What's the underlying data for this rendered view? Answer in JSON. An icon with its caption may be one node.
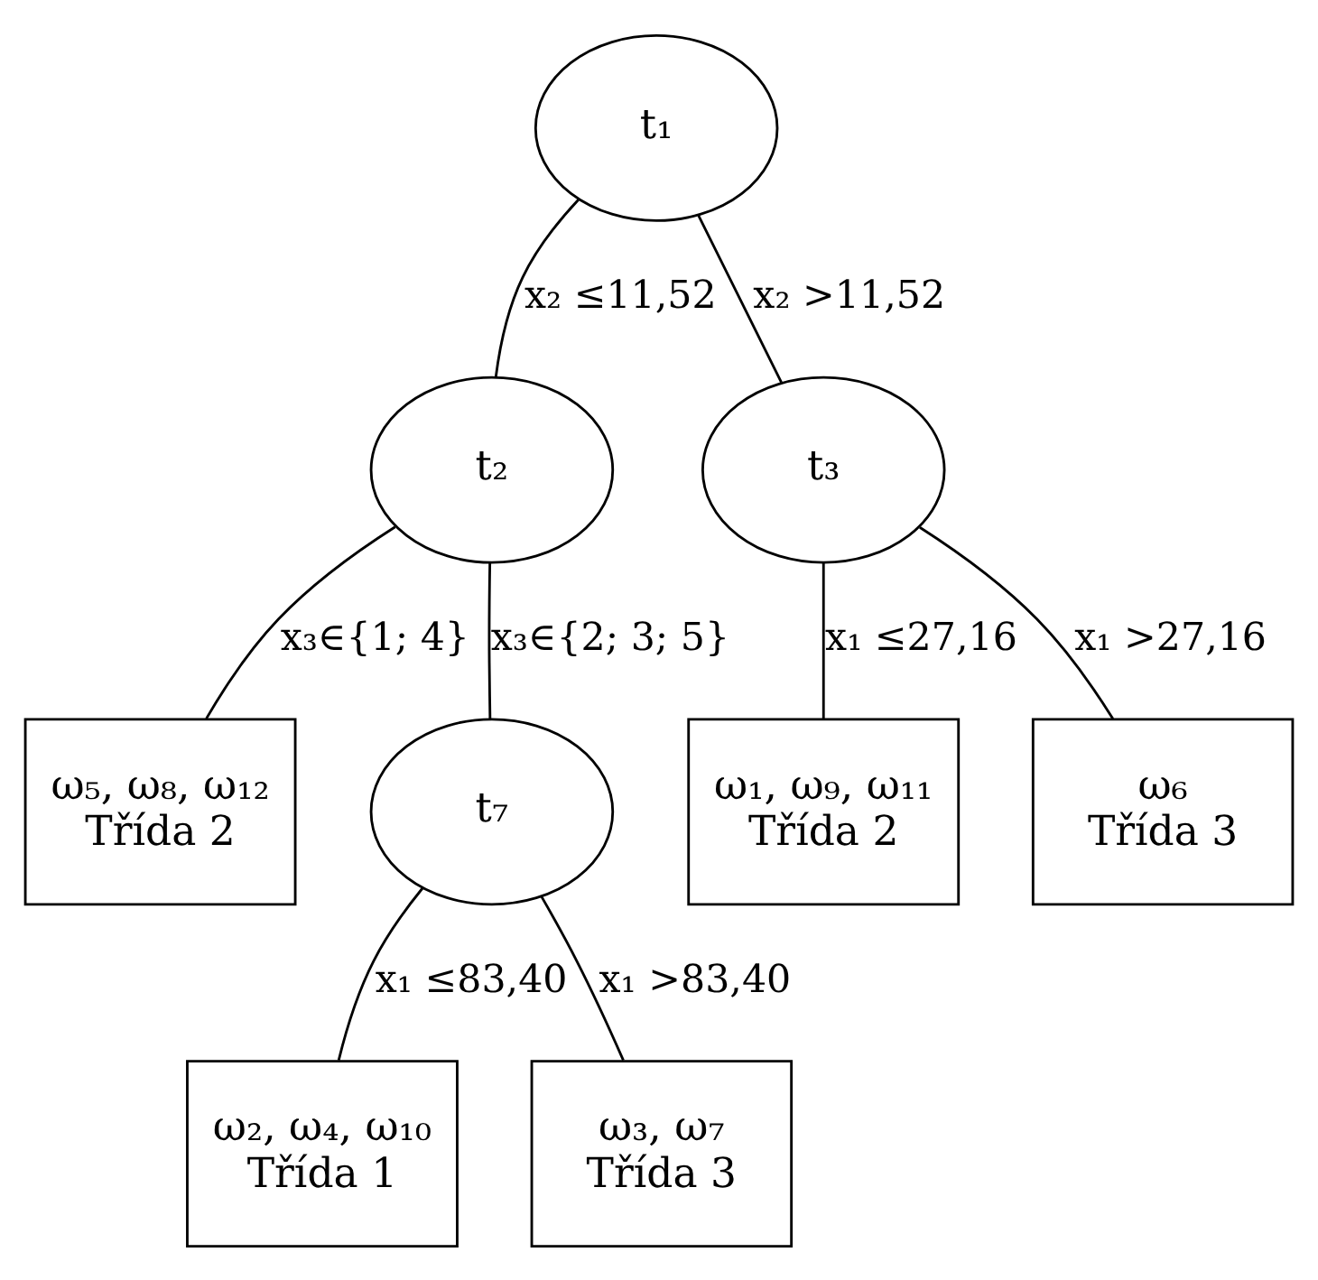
{
  "diagram": {
    "nodes": [
      {
        "text": [
          "t₁"
        ]
      },
      {
        "text": [
          "t₂"
        ]
      },
      {
        "text": [
          "t₃"
        ]
      },
      {
        "text": [
          "ω₅, ω₈, ω₁₂",
          "Třída 2"
        ]
      },
      {
        "text": [
          "t₇"
        ]
      },
      {
        "text": [
          "ω₁, ω₉, ω₁₁",
          "Třída 2"
        ]
      },
      {
        "text": [
          "ω₆",
          "Třída 3"
        ]
      },
      {
        "text": [
          "ω₂, ω₄, ω₁₀",
          "Třída 1"
        ]
      },
      {
        "text": [
          "ω₃, ω₇",
          "Třída 3"
        ]
      }
    ],
    "edges": [
      {
        "from": 0,
        "to": 1,
        "arrow": "none",
        "label": "x₂ ≤11,52"
      },
      {
        "from": 0,
        "to": 2,
        "arrow": "none",
        "label": "x₂ >11,52"
      },
      {
        "from": 1,
        "to": 3,
        "arrow": "none",
        "label": "x₃∈{1; 4}"
      },
      {
        "from": 1,
        "to": 4,
        "arrow": "none",
        "label": "x₃∈{2; 3; 5}"
      },
      {
        "from": 2,
        "to": 5,
        "arrow": "none",
        "label": "x₁ ≤27,16"
      },
      {
        "from": 2,
        "to": 6,
        "arrow": "none",
        "label": "x₁ >27,16"
      },
      {
        "from": 4,
        "to": 7,
        "arrow": "none",
        "label": "x₁ ≤83,40"
      },
      {
        "from": 4,
        "to": 8,
        "arrow": "none",
        "label": "x₁ >83,40"
      }
    ]
  }
}
